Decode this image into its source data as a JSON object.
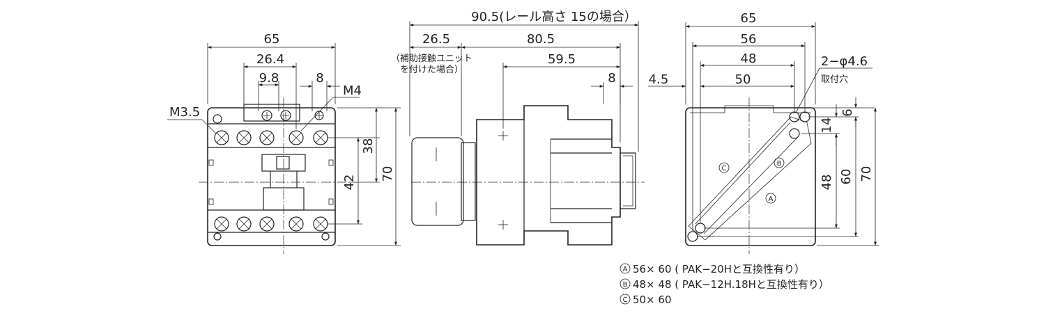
{
  "front_view": {
    "dim_width_total": "65",
    "dim_width_mid": "26.4",
    "dim_width_inner": "9.8",
    "dim_terminal": "8",
    "label_m4": "M4",
    "label_m35": "M3.5",
    "dim_h38": "38",
    "dim_h42": "42",
    "dim_h70": "70"
  },
  "side_view": {
    "dim_rail": "90.5(レール高さ 15の場合）",
    "dim_aux": "26.5",
    "dim_depth": "80.5",
    "dim_depth2": "59.5",
    "dim_rail_step": "8",
    "aux_note_line1": "（補助接触ユニット",
    "aux_note_line2": "を付けた場合）"
  },
  "mount_view": {
    "dim_65": "65",
    "dim_56": "56",
    "dim_48": "48",
    "dim_50": "50",
    "dim_45": "4.5",
    "hole_label": "2−φ4.6",
    "hole_note": "取付穴",
    "dim_6": "6",
    "dim_14": "14",
    "dim_v48": "48",
    "dim_v60": "60",
    "dim_v70": "70",
    "mark_a": "A",
    "mark_b": "B",
    "mark_c": "C"
  },
  "notes": [
    {
      "mark": "A",
      "text": "56× 60 ( PAK−20Hと互換性有り）"
    },
    {
      "mark": "B",
      "text": "48× 48 ( PAK−12H.18Hと互換性有り）"
    },
    {
      "mark": "C",
      "text": "50× 60"
    }
  ]
}
